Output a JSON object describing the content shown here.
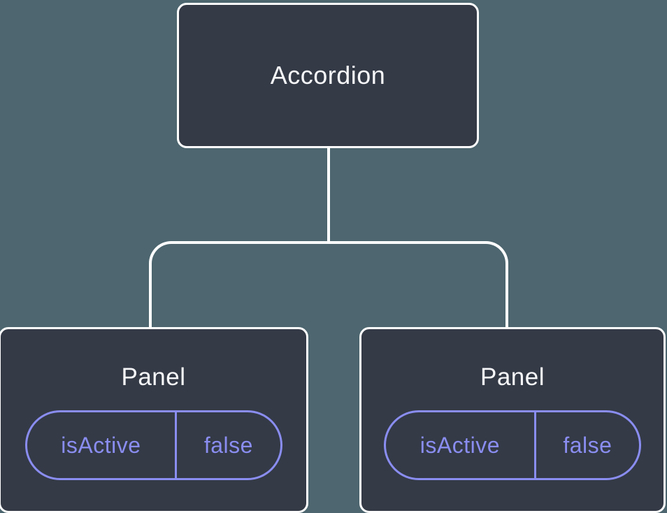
{
  "diagram": {
    "title": "component-state-tree",
    "colors": {
      "background": "#4d666f",
      "node_fill": "#343a46",
      "node_border": "#ffffff",
      "node_text": "#f7f8fa",
      "state_accent": "#8a8df0"
    },
    "tree": {
      "root": {
        "label": "Accordion"
      },
      "children": [
        {
          "label": "Panel",
          "state": {
            "key": "isActive",
            "value": "false"
          }
        },
        {
          "label": "Panel",
          "state": {
            "key": "isActive",
            "value": "false"
          }
        }
      ]
    }
  }
}
